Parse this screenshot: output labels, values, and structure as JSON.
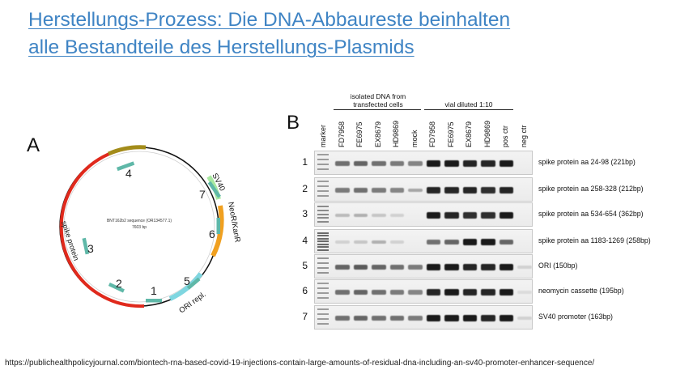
{
  "title": {
    "line1": "Herstellungs-Prozess: Die DNA-Abbaureste beinhalten",
    "line2": "alle Bestandteile des Herstellungs-Plasmids"
  },
  "panel_a": {
    "letter": "A",
    "center_line1": "BNT162b2 sequence (OR134577.1)",
    "center_line2": "7603 bp",
    "features": {
      "spike": "spike protein",
      "sv40": "SV40",
      "neo": "NeoR/KanR",
      "ori": "ORI repl."
    },
    "amplicons": [
      "1",
      "2",
      "3",
      "4",
      "5",
      "6",
      "7"
    ],
    "colors": {
      "spike": "#e0291c",
      "sv40": "#a8e8a0",
      "neo": "#f0a020",
      "ori": "#7fd6e0",
      "olive": "#a38c1a",
      "amplicon": "#5fb8a8"
    }
  },
  "panel_b": {
    "letter": "B",
    "groups": {
      "transfected": "isolated DNA from transfected cells",
      "vial": "vial diluted 1:10"
    },
    "lanes": [
      "marker",
      "FD7958",
      "FE6975",
      "EX8679",
      "HD9869",
      "mock",
      "FD7958",
      "FE6975",
      "EX8679",
      "HD9869",
      "pos ctr",
      "neg ctr"
    ],
    "rows": [
      {
        "num": "1",
        "label": "spike protein aa 24-98 (221bp)",
        "intensity": [
          0.35,
          0.55,
          0.6,
          0.55,
          0.5,
          0.45,
          0.95,
          0.95,
          0.9,
          0.9,
          0.95,
          0
        ]
      },
      {
        "num": "2",
        "label": "spike protein aa 258-328 (212bp)",
        "intensity": [
          0.35,
          0.5,
          0.55,
          0.5,
          0.45,
          0.3,
          0.9,
          0.9,
          0.9,
          0.85,
          0.9,
          0
        ]
      },
      {
        "num": "3",
        "label": "spike protein aa 534-654 (362bp)",
        "intensity": [
          0.5,
          0.2,
          0.25,
          0.15,
          0.1,
          0,
          0.95,
          0.9,
          0.85,
          0.85,
          0.95,
          0
        ]
      },
      {
        "num": "4",
        "label": "spike protein aa 1183-1269 (258bp)",
        "intensity": [
          0.8,
          0.1,
          0.15,
          0.25,
          0.1,
          0,
          0.55,
          0.6,
          0.95,
          0.95,
          0.6,
          0
        ]
      },
      {
        "num": "5",
        "label": "ORI (150bp)",
        "intensity": [
          0.4,
          0.6,
          0.65,
          0.6,
          0.55,
          0.5,
          0.95,
          0.95,
          0.9,
          0.9,
          0.95,
          0.1
        ]
      },
      {
        "num": "6",
        "label": "neomycin cassette (195bp)",
        "intensity": [
          0.35,
          0.55,
          0.6,
          0.55,
          0.5,
          0.45,
          0.9,
          0.95,
          0.9,
          0.9,
          0.95,
          0.05
        ]
      },
      {
        "num": "7",
        "label": "SV40 promoter (163bp)",
        "intensity": [
          0.35,
          0.55,
          0.6,
          0.55,
          0.55,
          0.5,
          0.95,
          0.95,
          0.95,
          0.9,
          0.95,
          0.1
        ]
      }
    ]
  },
  "source": "https://publichealthpolicyjournal.com/biontech-rna-based-covid-19-injections-contain-large-amounts-of-residual-dna-including-an-sv40-promoter-enhancer-sequence/"
}
